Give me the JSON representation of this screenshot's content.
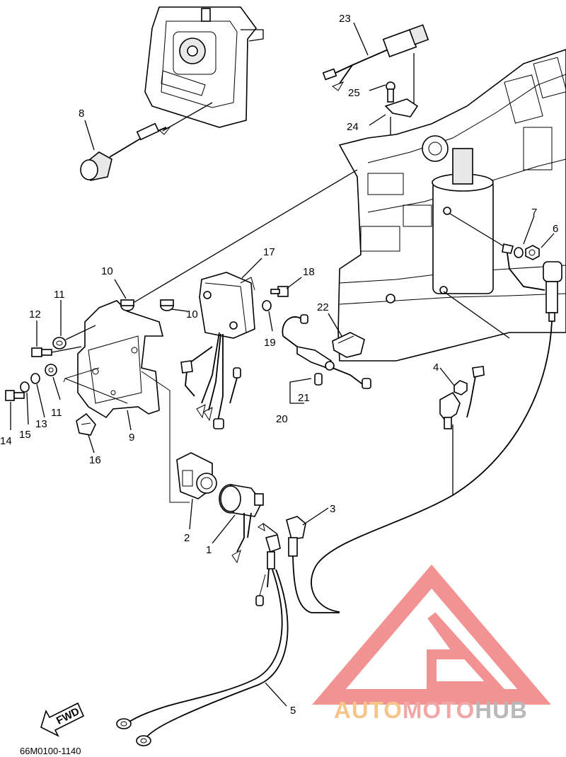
{
  "diagram": {
    "callouts": [
      {
        "id": "c23",
        "text": "23"
      },
      {
        "id": "c25",
        "text": "25"
      },
      {
        "id": "c24",
        "text": "24"
      },
      {
        "id": "c8",
        "text": "8"
      },
      {
        "id": "c7",
        "text": "7"
      },
      {
        "id": "c6",
        "text": "6"
      },
      {
        "id": "c17",
        "text": "17"
      },
      {
        "id": "c10a",
        "text": "10"
      },
      {
        "id": "c18",
        "text": "18"
      },
      {
        "id": "c11a",
        "text": "11"
      },
      {
        "id": "c12",
        "text": "12"
      },
      {
        "id": "c10b",
        "text": "10"
      },
      {
        "id": "c22",
        "text": "22"
      },
      {
        "id": "c19",
        "text": "19"
      },
      {
        "id": "c4",
        "text": "4"
      },
      {
        "id": "c21",
        "text": "21"
      },
      {
        "id": "c20",
        "text": "20"
      },
      {
        "id": "c14",
        "text": "14"
      },
      {
        "id": "c15",
        "text": "15"
      },
      {
        "id": "c13",
        "text": "13"
      },
      {
        "id": "c11b",
        "text": "11"
      },
      {
        "id": "c9",
        "text": "9"
      },
      {
        "id": "c16",
        "text": "16"
      },
      {
        "id": "c3",
        "text": "3"
      },
      {
        "id": "c2",
        "text": "2"
      },
      {
        "id": "c1",
        "text": "1"
      },
      {
        "id": "c5",
        "text": "5"
      }
    ],
    "fwd_label": "FWD",
    "drawing_code": "66M0100-1140"
  },
  "watermark": {
    "part1": "AUTO",
    "part2": "MOTO",
    "part3": "HUB",
    "color_red": "#f08080",
    "color_orange": "#f6c58a",
    "color_gray": "#b9b9b9"
  }
}
